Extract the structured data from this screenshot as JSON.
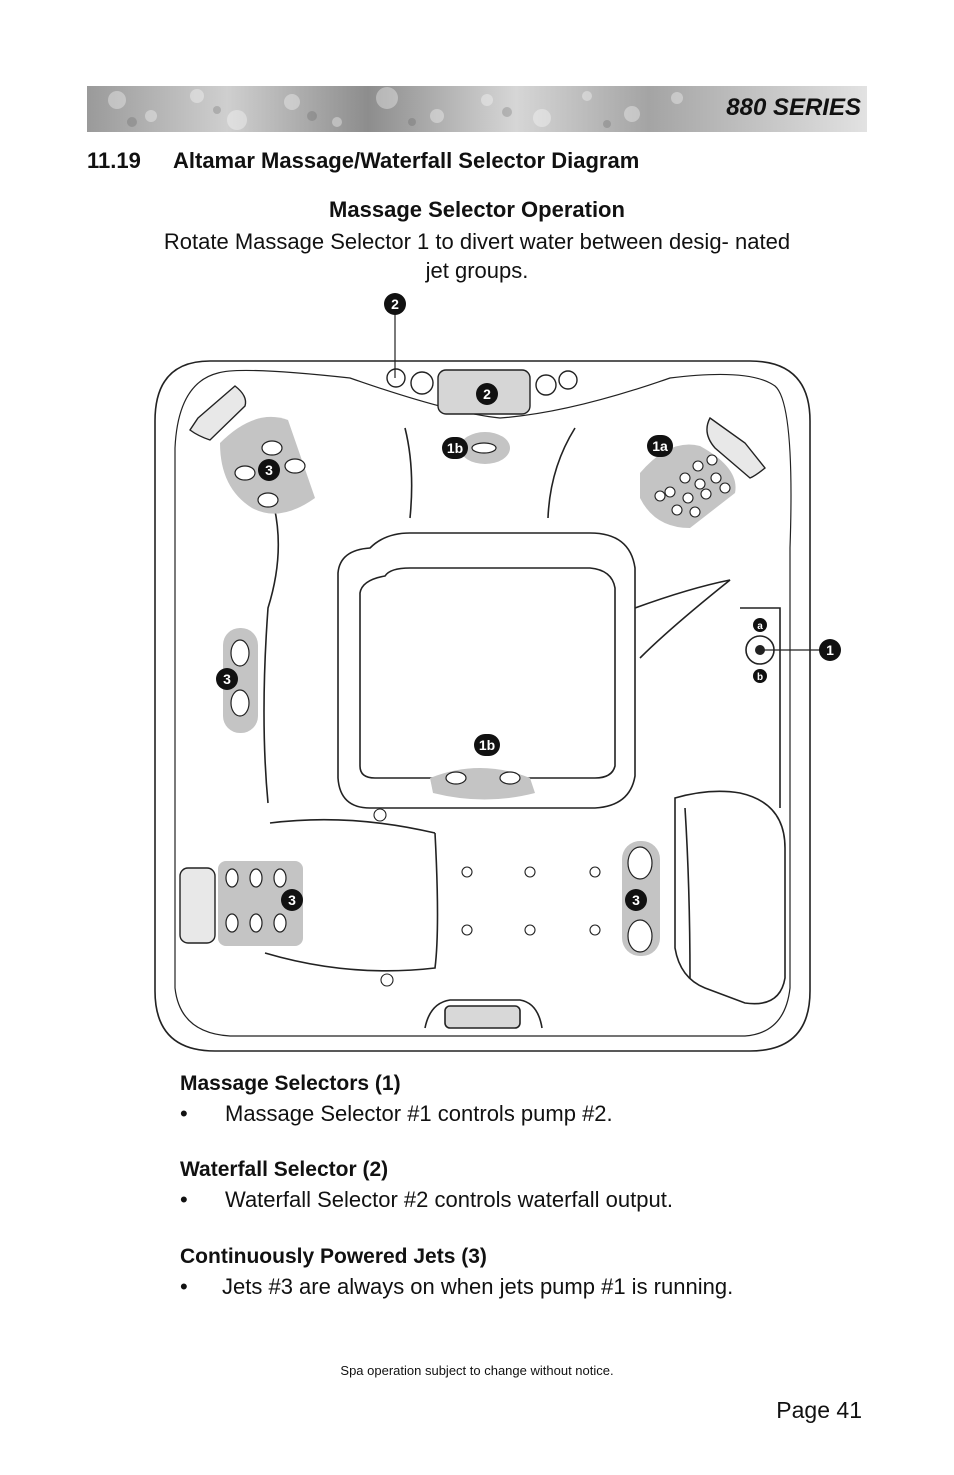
{
  "header": {
    "series": "880 SERIES"
  },
  "section": {
    "number": "11.19",
    "title": "Altamar Massage/Waterfall Selector Diagram"
  },
  "operation": {
    "title": "Massage Selector Operation",
    "text": "Rotate Massage Selector 1 to divert water between desig- nated jet groups."
  },
  "diagram": {
    "callouts": {
      "top_waterfall": "2",
      "waterfall_panel": "2",
      "jets_1b_top": "1b",
      "jets_1a": "1a",
      "jets_3_corner": "3",
      "selector": "1",
      "selector_a": "a",
      "selector_b": "b",
      "jets_3_left": "3",
      "jets_1b_center": "1b",
      "jets_3_bottom_left": "3",
      "jets_3_right": "3"
    }
  },
  "massage_selectors": {
    "title": "Massage Selectors (1)",
    "bullet": "•",
    "text": "Massage Selector #1 controls pump #2."
  },
  "waterfall_selector": {
    "title": "Waterfall Selector (2)",
    "bullet": "•",
    "text": "Waterfall Selector #2 controls waterfall output."
  },
  "continuous_jets": {
    "title": "Continuously Powered Jets (3)",
    "bullet": "•",
    "text": "Jets #3 are always on when jets pump #1 is running."
  },
  "footer": {
    "note": "Spa operation subject to change without notice.",
    "page": "Page 41"
  }
}
